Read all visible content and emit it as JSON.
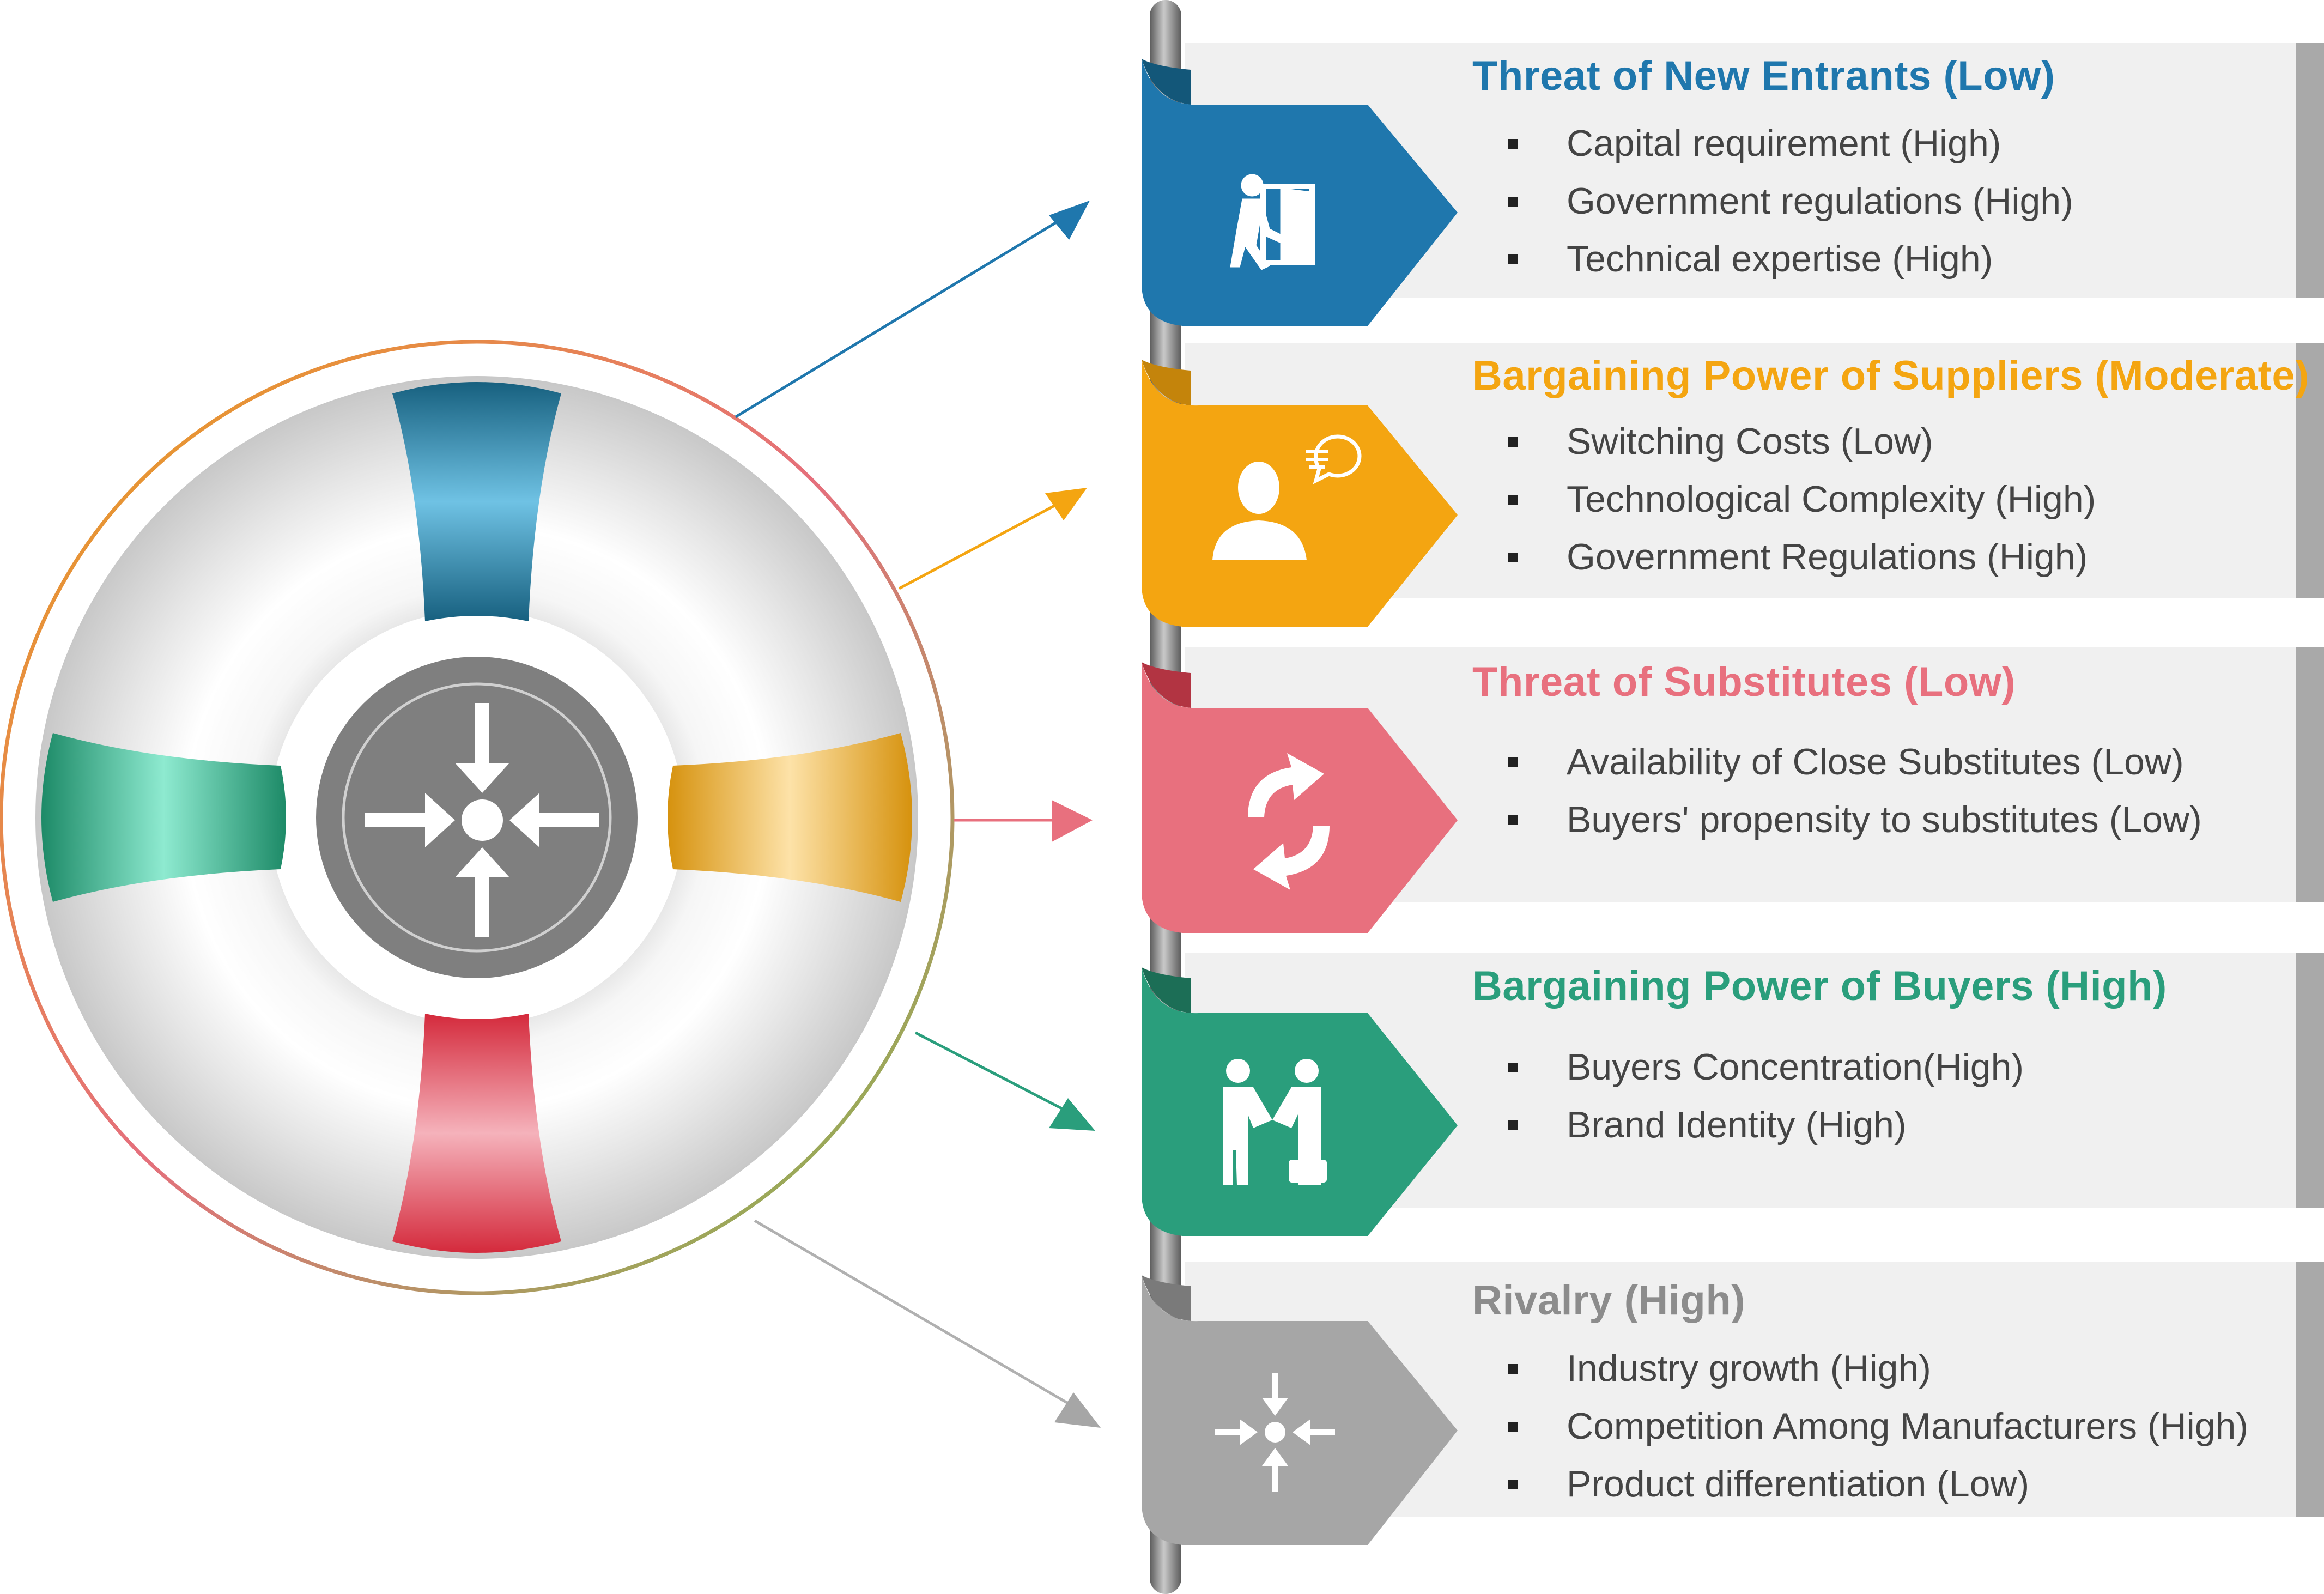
{
  "forces": [
    {
      "id": "new-entrants",
      "title": "Threat of New Entrants (Low)",
      "color": "#1f77ad",
      "icon": "person-entering-door-icon",
      "bullets": [
        "Capital requirement (High)",
        "Government regulations (High)",
        "Technical expertise (High)"
      ]
    },
    {
      "id": "suppliers",
      "title": "Bargaining Power of Suppliers (Moderate)",
      "color": "#f4a511",
      "icon": "person-speech-bubble-icon",
      "bullets": [
        "Switching Costs (Low)",
        "Technological Complexity (High)",
        "Government Regulations (High)"
      ]
    },
    {
      "id": "substitutes",
      "title": "Threat of Substitutes (Low)",
      "color": "#e8707e",
      "icon": "swap-arrows-icon",
      "bullets": [
        "Availability of Close Substitutes (Low)",
        "Buyers' propensity to substitutes (Low)"
      ]
    },
    {
      "id": "buyers",
      "title": "Bargaining Power of Buyers (High)",
      "color": "#2a9e7c",
      "icon": "handshake-icon",
      "bullets": [
        "Buyers Concentration(High)",
        "Brand Identity (High)"
      ]
    },
    {
      "id": "rivalry",
      "title": "Rivalry (High)",
      "color": "#a6a6a6",
      "title_color": "#8c8c8c",
      "icon": "converging-arrows-icon",
      "bullets": [
        "Industry growth (High)",
        "Competition Among Manufacturers (High)",
        "Product differentiation (Low)"
      ]
    }
  ],
  "center_icon": "converging-arrows-icon",
  "lifebuoy_band_colors": [
    "#1a6b8c",
    "#d99a12",
    "#dc3043",
    "#1f8a6a"
  ]
}
